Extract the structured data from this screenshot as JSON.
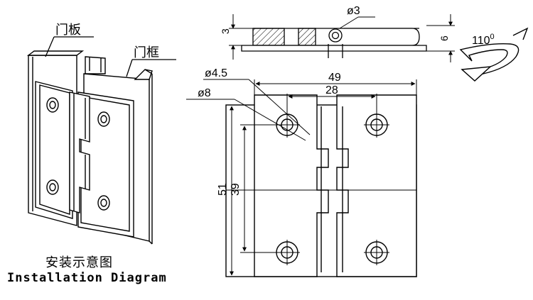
{
  "labels": {
    "door_panel": "门板",
    "door_frame": "门框",
    "caption_cn": "安装示意图",
    "caption_en": "Installation Diagram"
  },
  "dimensions": {
    "thickness": "3",
    "pin_diameter": "ø3",
    "height_side": "6",
    "angle": "110",
    "angle_unit": "0",
    "hole_inner": "ø4.5",
    "hole_outer": "ø8",
    "overall_width": "49",
    "hole_spacing_h": "28",
    "overall_height": "51",
    "hole_spacing_v": "39"
  }
}
